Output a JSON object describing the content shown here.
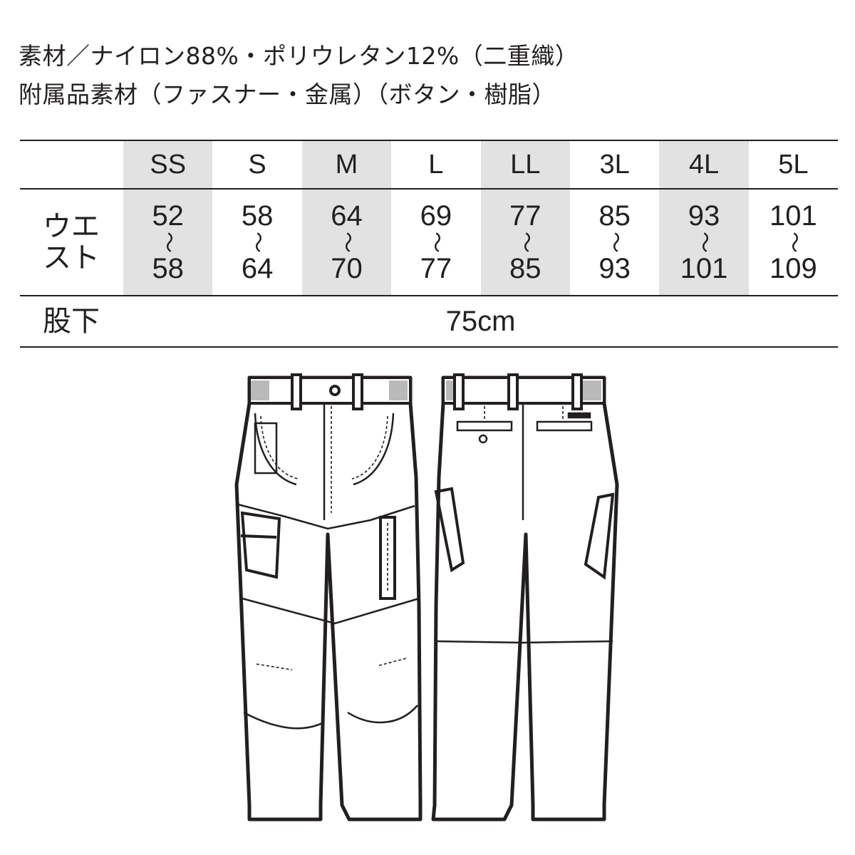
{
  "material": {
    "line1": "素材／ナイロン88%・ポリウレタン12%（二重織）",
    "line2": "附属品素材（ファスナー・金属）（ボタン・樹脂）"
  },
  "table": {
    "sizes": [
      "SS",
      "S",
      "M",
      "L",
      "LL",
      "3L",
      "4L",
      "5L"
    ],
    "waist_label_1": "ウエ",
    "waist_label_2": "スト",
    "waist_tilde": "〜",
    "waist": [
      {
        "min": "52",
        "max": "58"
      },
      {
        "min": "58",
        "max": "64"
      },
      {
        "min": "64",
        "max": "70"
      },
      {
        "min": "69",
        "max": "77"
      },
      {
        "min": "77",
        "max": "85"
      },
      {
        "min": "85",
        "max": "93"
      },
      {
        "min": "93",
        "max": "101"
      },
      {
        "min": "101",
        "max": "109"
      }
    ],
    "inseam_label": "股下",
    "inseam_value": "75cm"
  },
  "colors": {
    "shade": "#e2e2e3",
    "ink": "#231f20"
  }
}
